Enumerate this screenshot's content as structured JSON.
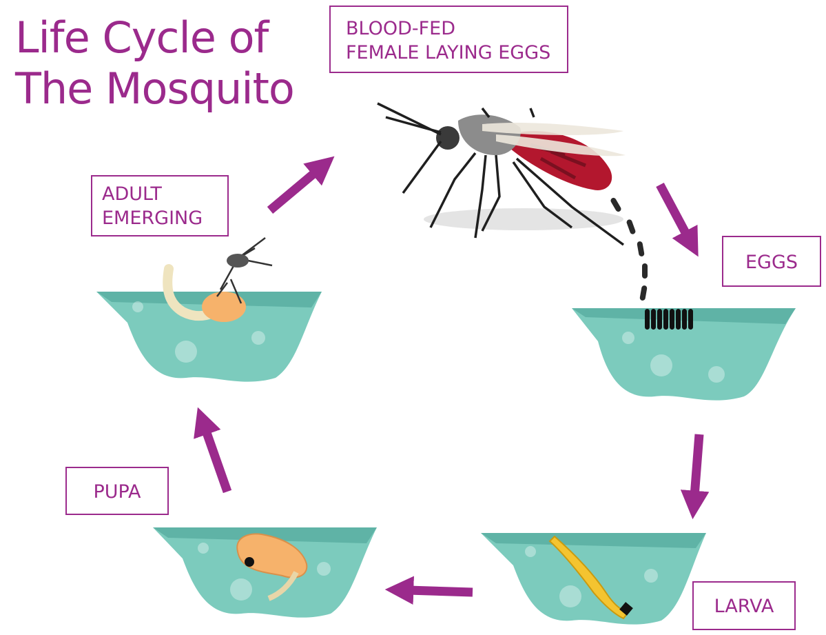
{
  "title": {
    "line1": "Life Cycle of",
    "line2": "The Mosquito"
  },
  "stages": {
    "blood_fed": {
      "line1": "BLOOD-FED",
      "line2": "FEMALE LAYING EGGS"
    },
    "eggs": {
      "label": "EGGS"
    },
    "larva": {
      "label": "LARVA"
    },
    "pupa": {
      "label": "PUPA"
    },
    "adult": {
      "line1": "ADULT",
      "line2": "EMERGING"
    }
  },
  "colors": {
    "accent": "#9b2a8c",
    "water": "#7ccbbd",
    "water_dark": "#5fb3a6",
    "blood": "#b3172e"
  }
}
